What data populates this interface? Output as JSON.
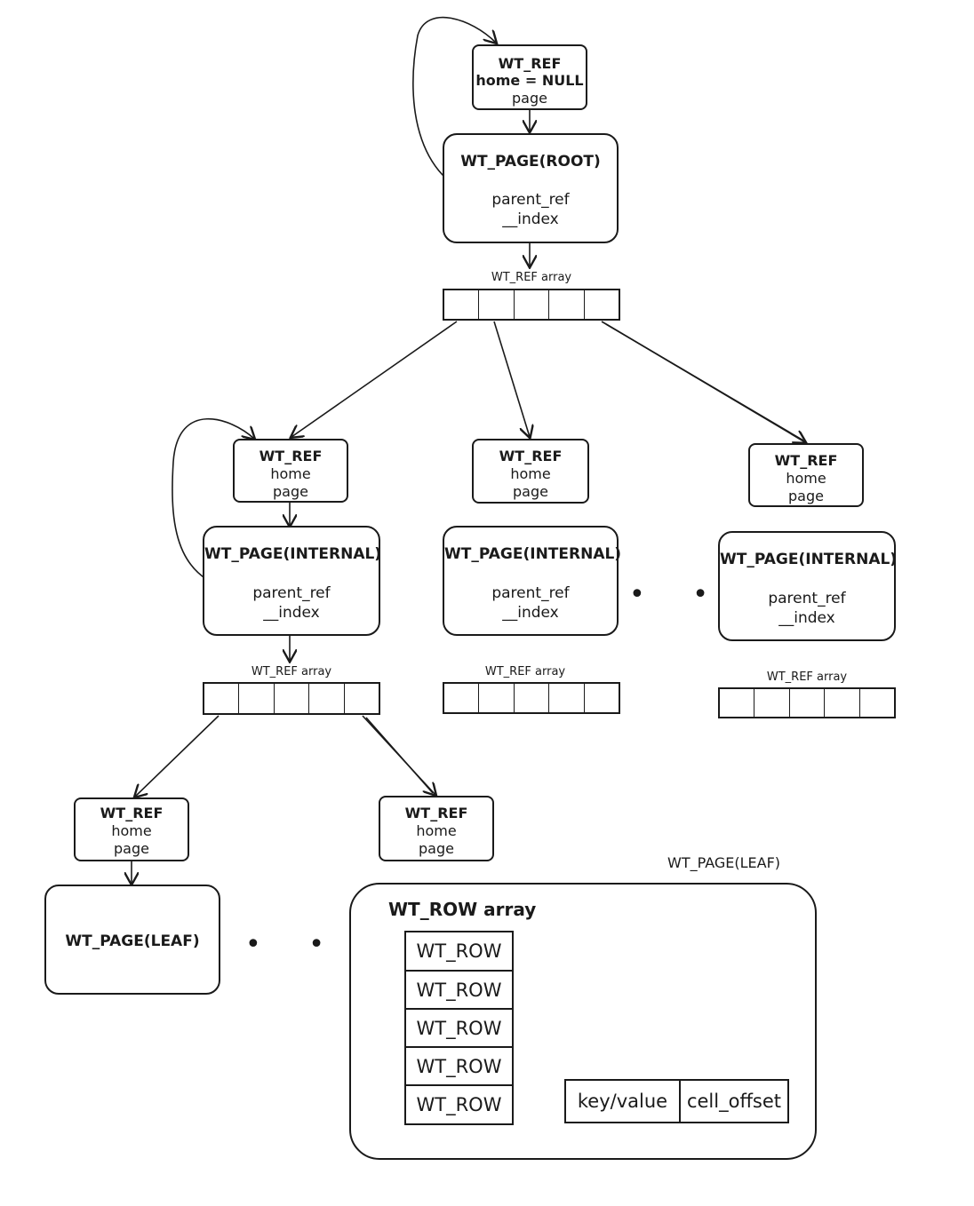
{
  "root": {
    "ref": {
      "title": "WT_REF",
      "line1": "home = NULL",
      "line2": "page"
    },
    "page": {
      "title": "WT_PAGE(ROOT)",
      "line1": "parent_ref",
      "line2": "__index"
    },
    "array_label": "WT_REF array"
  },
  "internal": [
    {
      "ref": {
        "title": "WT_REF",
        "line1": "home",
        "line2": "page"
      },
      "page": {
        "title": "WT_PAGE(INTERNAL)",
        "line1": "parent_ref",
        "line2": "__index"
      },
      "array_label": "WT_REF array"
    },
    {
      "ref": {
        "title": "WT_REF",
        "line1": "home",
        "line2": "page"
      },
      "page": {
        "title": "WT_PAGE(INTERNAL)",
        "line1": "parent_ref",
        "line2": "__index"
      },
      "array_label": "WT_REF array"
    },
    {
      "ref": {
        "title": "WT_REF",
        "line1": "home",
        "line2": "page"
      },
      "page": {
        "title": "WT_PAGE(INTERNAL)",
        "line1": "parent_ref",
        "line2": "__index"
      },
      "array_label": "WT_REF array"
    }
  ],
  "leaf_refs": [
    {
      "title": "WT_REF",
      "line1": "home",
      "line2": "page"
    },
    {
      "title": "WT_REF",
      "line1": "home",
      "line2": "page"
    }
  ],
  "leaf_page": {
    "title": "WT_PAGE(LEAF)"
  },
  "leaf_detail": {
    "label": "WT_PAGE(LEAF)",
    "row_array_label": "WT_ROW array",
    "rows": [
      "WT_ROW",
      "WT_ROW",
      "WT_ROW",
      "WT_ROW",
      "WT_ROW"
    ],
    "kv": {
      "key_value": "key/value",
      "cell_offset": "cell_offset"
    }
  },
  "ellipsis": "• • •"
}
